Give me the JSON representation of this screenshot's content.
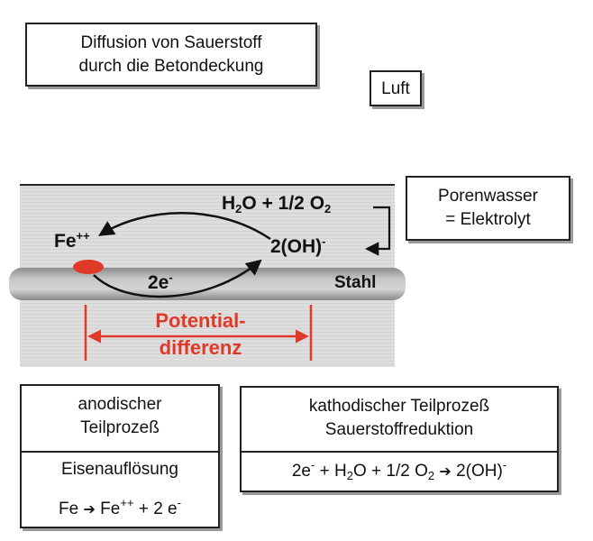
{
  "diffusion": {
    "line1": "Diffusion von Sauerstoff",
    "line2": "durch die Betondeckung"
  },
  "luft": "Luft",
  "porenwasser": {
    "line1": "Porenwasser",
    "line2": "= Elektrolyt"
  },
  "reaction_top": {
    "h2o_h": "H",
    "h2o_sub": "2",
    "h2o_o": "O + 1/2 O",
    "o2_sub": "2"
  },
  "hydroxide": {
    "text": "2(OH)",
    "charge": "-"
  },
  "iron": {
    "text": "Fe",
    "charge": "++"
  },
  "electrons": {
    "text": "2e",
    "charge": "-"
  },
  "stahl": "Stahl",
  "potential": {
    "line1": "Potential-",
    "line2": "differenz"
  },
  "anodic": {
    "title_line1": "anodischer",
    "title_line2": "Teilprozeß",
    "process": "Eisenauflösung",
    "eq_fe": "Fe",
    "eq_fe2": "Fe",
    "eq_fe2_charge": "++",
    "eq_rest": "+ 2 e",
    "eq_e_charge": "-"
  },
  "cathodic": {
    "title_line1": "kathodischer Teilprozeß",
    "title_line2": "Sauerstoffreduktion",
    "eq_a": "2e",
    "eq_a_charge": "-",
    "eq_b": "+ H",
    "eq_b_sub": "2",
    "eq_c": "O + 1/2 O",
    "eq_c_sub": "2",
    "eq_d": "2(OH)",
    "eq_d_charge": "-"
  },
  "colors": {
    "accent_red": "#e0392a",
    "concrete": "#dcdcdc",
    "steel": "#b9b9b9"
  }
}
